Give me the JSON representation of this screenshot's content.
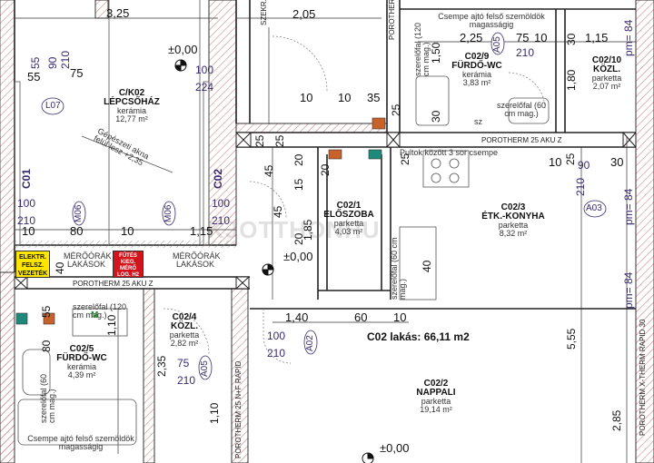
{
  "rooms": {
    "stair": {
      "name": "C/K02",
      "name2": "LÉPCSŐHÁZ",
      "floor": "kerámia",
      "area": "12,77 m²"
    },
    "bath9": {
      "name": "C02/9",
      "name2": "FÜRDŐ-WC",
      "floor": "kerámia",
      "area": "3,83 m²"
    },
    "hall10": {
      "name": "C02/10",
      "name2": "KÖZL.",
      "floor": "parketta",
      "area": "2,07 m²"
    },
    "entry": {
      "name": "C02/1",
      "name2": "ELŐSZOBA",
      "floor": "parketta",
      "area": "4,03 m²"
    },
    "kitchen": {
      "name": "C02/3",
      "name2": "ÉTK.-KONYHA",
      "floor": "parketta",
      "area": "8,32 m²"
    },
    "hall4": {
      "name": "C02/4",
      "name2": "KÖZL.",
      "floor": "parketta",
      "area": "2,82 m²"
    },
    "bath5": {
      "name": "C02/5",
      "name2": "FÜRDŐ-WC",
      "floor": "kerámia",
      "area": "4,39 m²"
    },
    "living": {
      "name": "C02/2",
      "name2": "NAPPALI",
      "floor": "parketta",
      "area": "19,14 m²"
    }
  },
  "flat_label": "C02 lakás: 66,11 m2",
  "column_tags": [
    "C01",
    "C02"
  ],
  "door_tags": [
    "L07",
    "M06",
    "M06",
    "A05",
    "A05",
    "A02",
    "A03"
  ],
  "dimensions_top": [
    "3,25",
    "2,05",
    "2,25",
    "75",
    "10",
    "1,15",
    "30",
    "1,50",
    "30"
  ],
  "dimensions_misc": [
    "55",
    "75",
    "90",
    "210",
    "100",
    "224",
    "100",
    "210",
    "100",
    "210",
    "10",
    "80",
    "10",
    "1,15",
    "40",
    "10",
    "35",
    "10",
    "25",
    "45",
    "25",
    "20",
    "20",
    "25",
    "15",
    "45",
    "1,85",
    "20",
    "1,40",
    "60",
    "10",
    "100",
    "210",
    "75",
    "210",
    "1,10",
    "2,35",
    "1,10",
    "55",
    "80",
    "90",
    "210",
    "25",
    "5,55",
    "2,85",
    "10",
    "30",
    "1,80",
    "25"
  ],
  "levels": [
    "±0,00",
    "±0,00",
    "±0,00"
  ],
  "wall_labels": {
    "porotherm_right": "POROTHERM 25 AKU Z",
    "porotherm_left": "POROTHERM 25 AKU Z",
    "porotherm_x": "POROTHERM X-THERM RAPID 30",
    "porotherm_n": "POROTHERM 25 N+F RAPID",
    "porotherm_top": "POROTHERM",
    "sekr": "SZEKR."
  },
  "notes": {
    "door_height_top": "Csempe ajtó felső szemöldök magasságig",
    "door_height_bottom": "Csempe ajtó felső szemöldök magasságig",
    "fal_120": "szerelőfal (120 cm mag.)",
    "fal_60": "szerelőfal (60 cm mag.)",
    "fal_60b": "szerelőfal (60 cm mag.)",
    "fal_60c": "szerelőfal (60 cm mag.)",
    "fal_120b": "szerelőfal (120 cm mag.)",
    "pultok": "Pultok között 3 sor csempe",
    "gepeszeti": "Gépészeti akna felül lesz +2,35"
  },
  "meters": {
    "meter1": "MÉRŐÓRÁK LAKÁSOK",
    "meter2": "MÉRŐÓRÁK LAKÁSOK",
    "elektr": "ELEKTR. FELSZ. VEZETÉK",
    "red": "FŰTÉS KIEG. MÉRŐ LOG. H2"
  },
  "pm": [
    "pm= 84",
    "pm= 84",
    "pm= 84"
  ],
  "watermark": "KJOTTHONHU",
  "badge_40": "40",
  "badge_m": "M",
  "sz": "sz"
}
